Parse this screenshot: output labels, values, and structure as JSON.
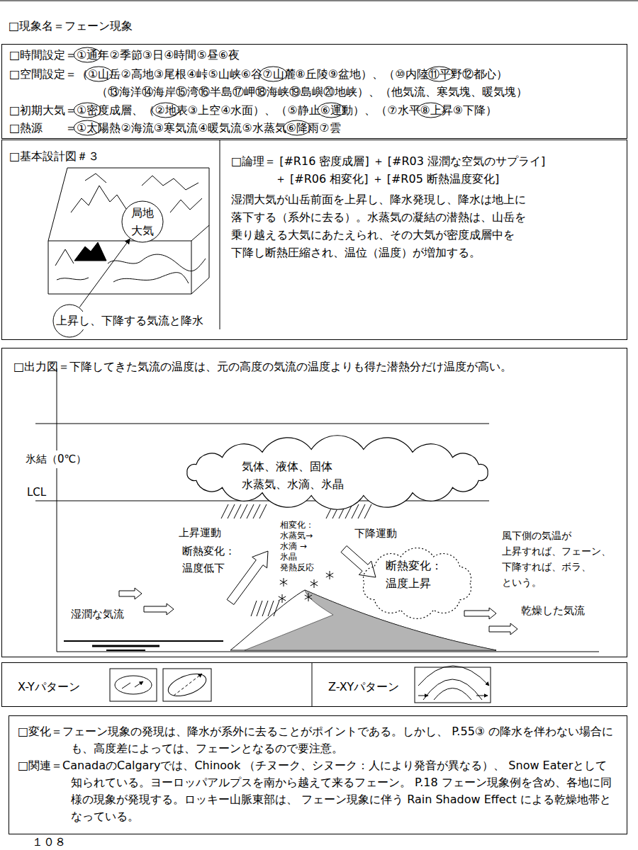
{
  "diagram": {
    "title": "□現象名＝フェーン現象",
    "nodes": [
      {
        "text": [
          "□時間設定＝①通年②季節③日④時間⑤昼⑥夜",
          "□空間設定＝（①山岳②高地③尾根④峠⑤山峡⑥谷⑦山麓⑧丘陵⑨盆地）、（⑩内陸⑪平野⑫都心） （⑬海洋⑭海岸⑮湾⑯半島⑰岬⑱海峡⑲島嶼⑳地峡）、（他気流、寒気塊、暖気塊）",
          "□初期大気＝①密度成層、（②地表③上空④水面）、（⑤静止⑥運動）、（⑦水平⑧上昇⑨下降）",
          "□熱源　　＝①太陽熱②海流③寒気流④暖気流⑤水蒸気⑥降雨⑦雲"
        ]
      },
      {
        "text": [
          "□基本設計図＃３",
          "□論理＝ [#R16 密度成層] ＋ [#R03 湿潤な空気のサプライ] ＋ [#R06 相変化] ＋ [#R05 断熱温度変化]",
          "湿潤大気が山岳前面を上昇し、降水発現し、降水は地上に 落下する（系外に去る）。水蒸気の凝結の潜熱は、山岳を 乗り越える大気にあたえられ、その大気が密度成層中を 下降し断熱圧縮され、温位（温度）が増加する。"
        ]
      },
      {
        "text": [
          "局地 大気"
        ],
        "in": 1
      },
      {
        "text": [
          "上昇し、下降する気流と降水"
        ],
        "in": 1
      },
      {
        "text": [
          "□出力図＝下降してきた気流の温度は、元の高度の気流の温度よりも得た潜熱分だけ温度が高い。"
        ]
      },
      {
        "text": [
          "気体、液体、固体",
          "水蒸気、水滴、氷晶"
        ],
        "in": 4
      },
      {
        "text": [
          "断熱変化： 温度上昇"
        ],
        "in": 4
      },
      {
        "text": [
          "X-Yパターン",
          "Z-XYパターン"
        ]
      },
      {
        "text": [
          "□変化＝フェーン現象の発現は、降水が系外に去ることがポイントである。しかし、 P.55③ の降水を伴わない場合にも、高度差によっては、フェーンとなるので要注意。",
          "□関連＝CanadaのCalgaryでは、Chinook （チヌーク、シヌーク：人により発音が異なる）、 Snow Eaterとして知られている。ヨーロッパアルプスを南から越えて来るフェーン。 P.18 フェーン現象例を含め、各地に同様の現象が発現する。ロッキー山脈東部は、 フェーン現象に伴う Rain Shadow Effect による乾燥地帯となっている。"
        ]
      }
    ],
    "edges": [
      {
        "from": 3,
        "to": 2,
        "arrow": "to"
      }
    ],
    "labels": [
      "氷結（0℃）",
      "LCL",
      "上昇運動",
      "断熱変化： 温度低下",
      "相変化： 水蒸気→水滴 →氷晶 発熱反応",
      "下降運動",
      "風下側の気温が 上昇すれば、フェーン、 下降すれば、ボラ、 という。",
      "湿潤な気流",
      "乾燥した気流",
      "１０８"
    ]
  }
}
